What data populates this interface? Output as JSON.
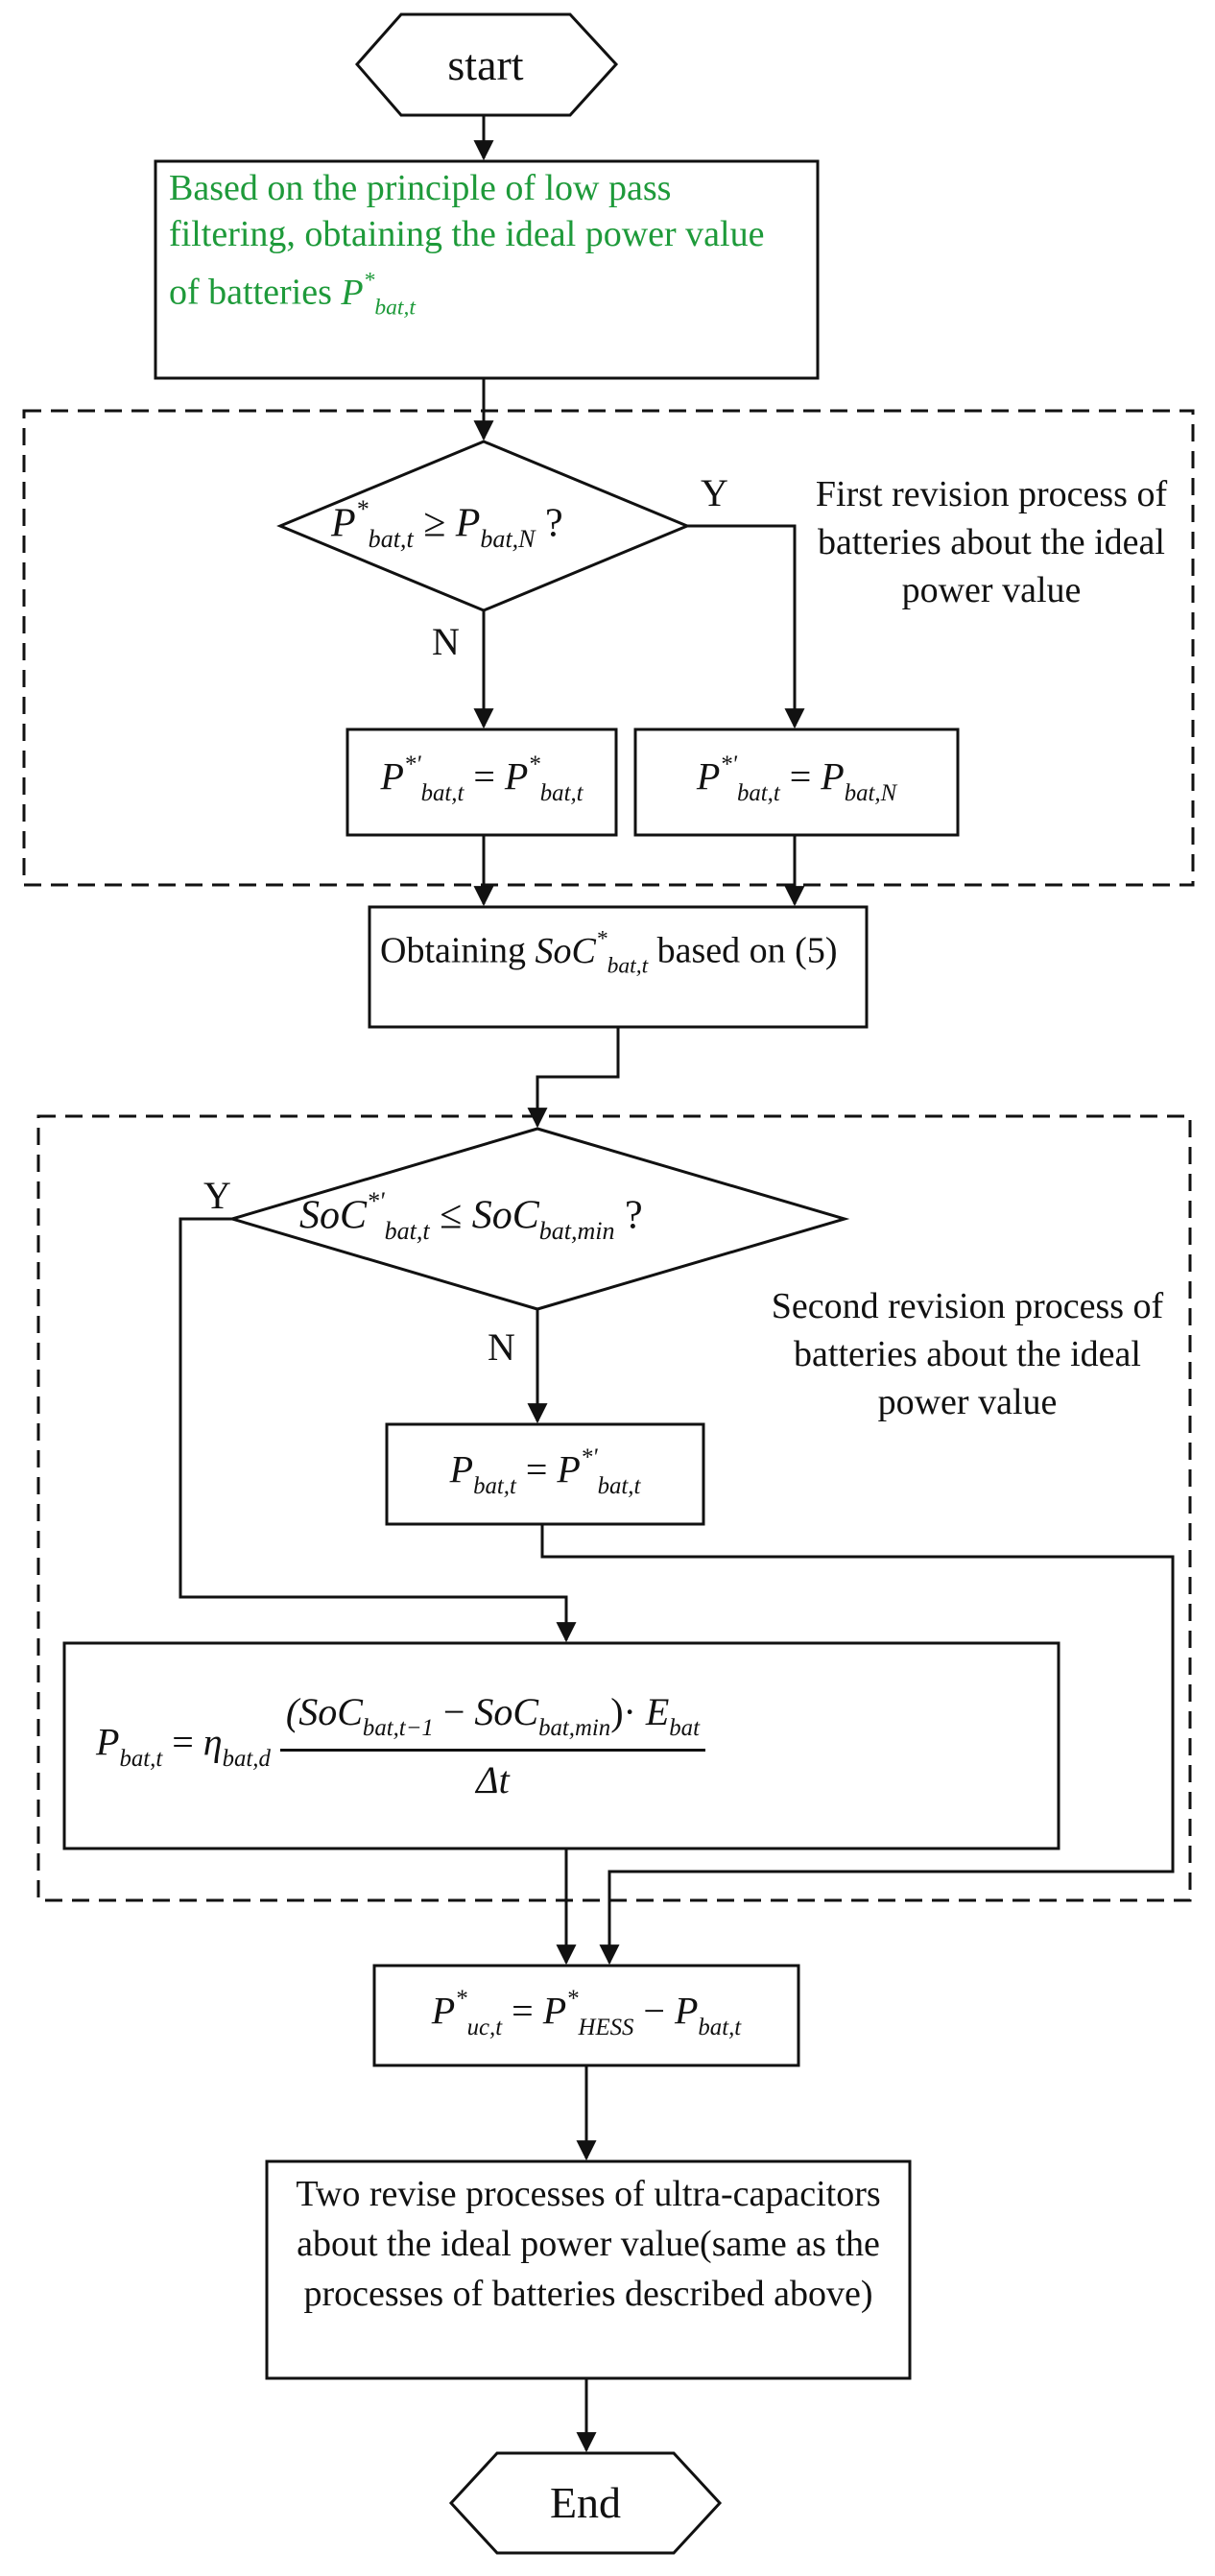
{
  "start_label": "start",
  "end_label": "End",
  "step1": {
    "text": "Based on the principle of low pass filtering, obtaining the ideal power value of batteries",
    "var": "P",
    "sub": "bat,t",
    "sup": "*",
    "color": "#1e9a3a"
  },
  "decision1": {
    "lhs": "P",
    "lhs_sub": "bat,t",
    "lhs_sup": "*",
    "op": "≥",
    "rhs": "P",
    "rhs_sub": "bat,N",
    "q": "?"
  },
  "label_y1": "Y",
  "label_n1": "N",
  "group1_caption": "First revision process of batteries about the ideal power value",
  "box_left1": {
    "lhs": "P",
    "lhs_sub": "bat,t",
    "lhs_sup": "*'",
    "op": "=",
    "rhs": "P",
    "rhs_sub": "bat,t",
    "rhs_sup": "*"
  },
  "box_right1": {
    "lhs": "P",
    "lhs_sub": "bat,t",
    "lhs_sup": "*'",
    "op": "=",
    "rhs": "P",
    "rhs_sub": "bat,N"
  },
  "step2": {
    "prefix": "Obtaining",
    "var": "SoC",
    "sub": "bat,t",
    "sup": "*",
    "suffix": "based on (5)"
  },
  "decision2": {
    "lhs": "SoC",
    "lhs_sub": "bat,t",
    "lhs_sup": "*'",
    "op": "≤",
    "rhs": "SoC",
    "rhs_sub": "bat,min",
    "q": "?"
  },
  "label_y2": "Y",
  "label_n2": "N",
  "group2_caption": "Second revision process of batteries about the ideal power value",
  "box_n2": {
    "lhs": "P",
    "lhs_sub": "bat,t",
    "op": "=",
    "rhs": "P",
    "rhs_sub": "bat,t",
    "rhs_sup": "*'"
  },
  "box_formula": {
    "lhs": "P",
    "lhs_sub": "bat,t",
    "op": "=",
    "eta": "η",
    "eta_sub": "bat,d",
    "numerator": "(SoC",
    "n1_sub": "bat,t−1",
    "minus": "−",
    "n2": "SoC",
    "n2_sub": "bat,min",
    "n_tail": ")·",
    "e": "E",
    "e_sub": "bat",
    "denominator": "Δt"
  },
  "box_uc": {
    "lhs": "P",
    "lhs_sub": "uc,t",
    "lhs_sup": "*",
    "op": "=",
    "r1": "P",
    "r1_sub": "HESS",
    "r1_sup": "*",
    "minus": "−",
    "r2": "P",
    "r2_sub": "bat,t"
  },
  "step_final": "Two revise processes of ultra-capacitors about the ideal power value(same as the processes of batteries described above)"
}
